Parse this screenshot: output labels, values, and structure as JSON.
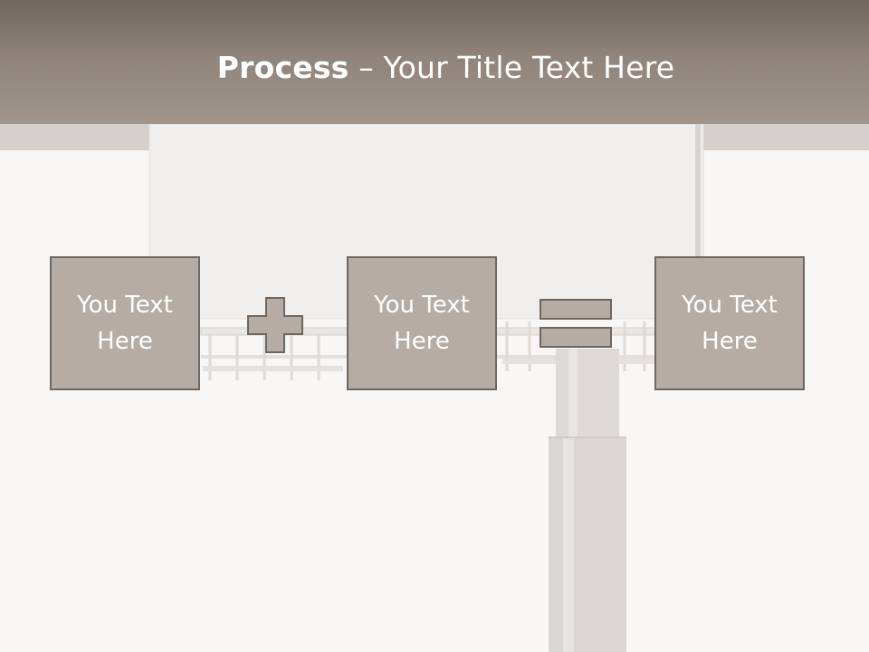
{
  "title": {
    "bold": "Process",
    "rest": " – Your Title Text Here"
  },
  "steps": [
    {
      "text": "You Text Here"
    },
    {
      "text": "You Text Here"
    },
    {
      "text": "You Text Here"
    }
  ],
  "colors": {
    "header": "#8f837b",
    "box_fill": "#b5aca5",
    "box_border": "#6e6661"
  }
}
